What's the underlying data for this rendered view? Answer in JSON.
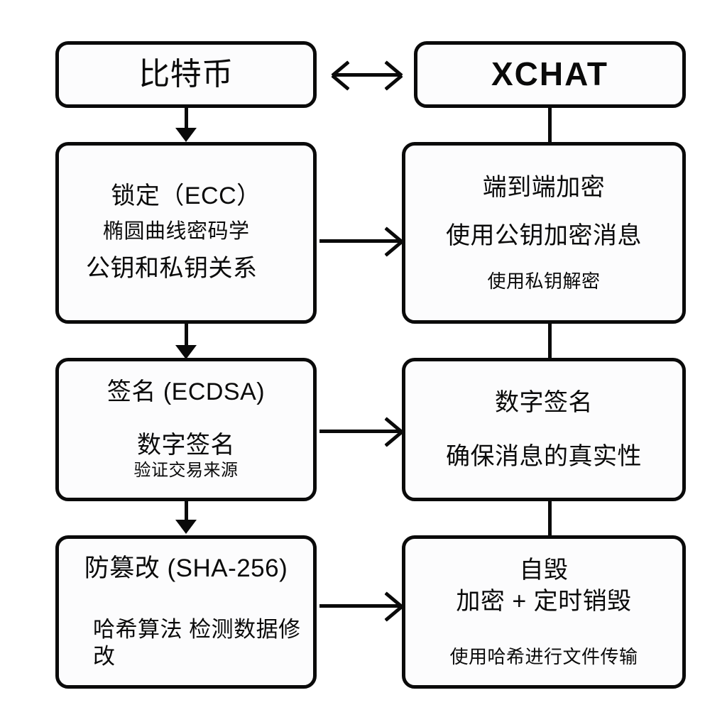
{
  "diagram": {
    "type": "flowchart",
    "columns": [
      {
        "id": "left",
        "name": "bitcoin-column"
      },
      {
        "id": "right",
        "name": "xchat-column"
      }
    ],
    "nodes": {
      "bitcoin": {
        "title": "比特币"
      },
      "xchat": {
        "title": "XCHAT"
      },
      "ecc": {
        "title": "锁定（ECC）",
        "line2": "椭圆曲线密码学",
        "line3": "公钥和私钥关系"
      },
      "e2e": {
        "title": "端到端加密",
        "line2": "使用公钥加密消息",
        "line3": "使用私钥解密"
      },
      "ecdsa": {
        "title": "签名 (ECDSA)",
        "line2": "数字签名",
        "line3": "验证交易来源"
      },
      "digital_signature": {
        "title": "数字签名",
        "line2": "确保消息的真实性"
      },
      "sha256": {
        "title": "防篡改 (SHA-256)",
        "line2": "哈希算法 检测数据修改"
      },
      "self_destruct": {
        "title": "自毁",
        "line2": "加密 + 定时销毁",
        "line3": "使用哈希进行文件传输"
      }
    },
    "connectors": [
      {
        "id": "bitcoin-xchat",
        "kind": "bidirectional-arrow",
        "from": "bitcoin",
        "to": "xchat"
      },
      {
        "id": "bitcoin-ecc",
        "kind": "arrow-down",
        "from": "bitcoin",
        "to": "ecc"
      },
      {
        "id": "ecc-ecdsa",
        "kind": "arrow-down",
        "from": "ecc",
        "to": "ecdsa"
      },
      {
        "id": "ecdsa-sha256",
        "kind": "arrow-down",
        "from": "ecdsa",
        "to": "sha256"
      },
      {
        "id": "xchat-e2e",
        "kind": "line",
        "from": "xchat",
        "to": "e2e"
      },
      {
        "id": "e2e-signature",
        "kind": "line",
        "from": "e2e",
        "to": "digital_signature"
      },
      {
        "id": "signature-self",
        "kind": "line",
        "from": "digital_signature",
        "to": "self_destruct"
      },
      {
        "id": "ecc-e2e",
        "kind": "arrow-right",
        "from": "ecc",
        "to": "e2e"
      },
      {
        "id": "ecdsa-signature",
        "kind": "arrow-right",
        "from": "ecdsa",
        "to": "digital_signature"
      },
      {
        "id": "sha256-self",
        "kind": "arrow-right",
        "from": "sha256",
        "to": "self_destruct"
      }
    ],
    "colors": {
      "stroke": "#0a0a0a",
      "fill": "#fcfcfd",
      "background": "#ffffff",
      "text": "#0a0a0a"
    }
  }
}
